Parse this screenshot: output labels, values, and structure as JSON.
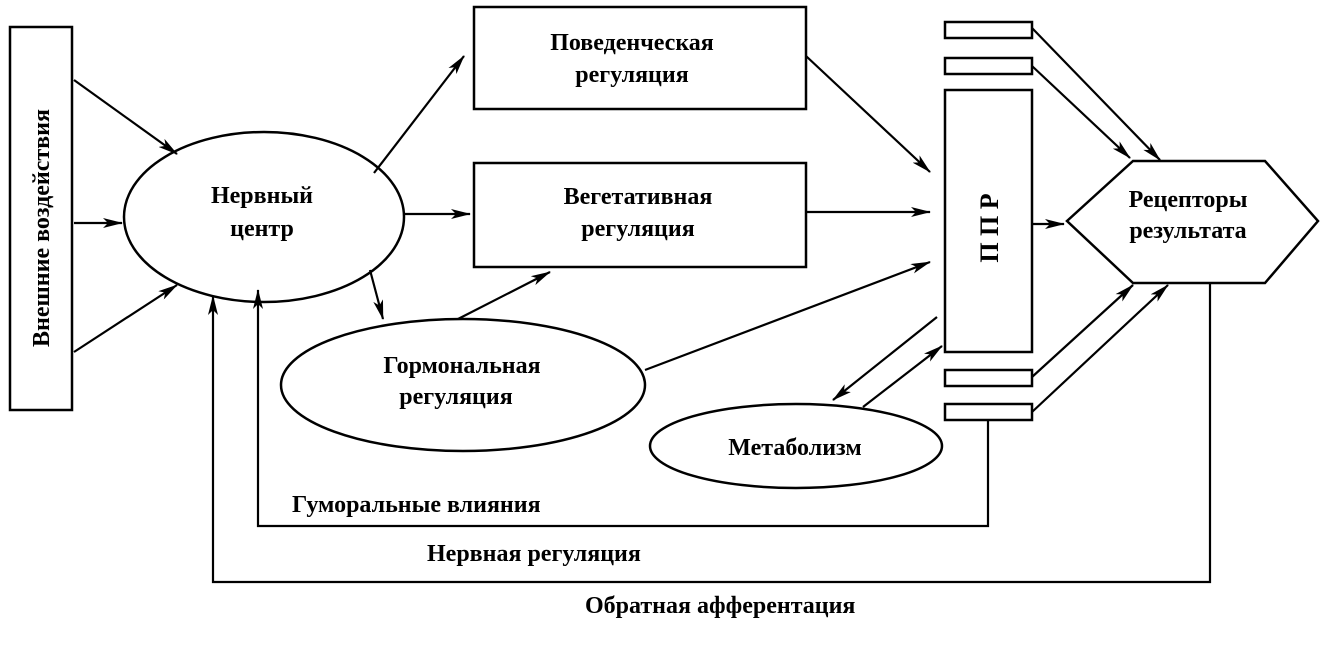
{
  "nodes": {
    "external": "Внешние воздействия",
    "nerve_center": [
      "Нервный",
      "центр"
    ],
    "behavioral": [
      "Поведенческая",
      "регуляция"
    ],
    "vegetative": [
      "Вегетативная",
      "регуляция"
    ],
    "hormonal": [
      "Гормональная",
      "регуляция"
    ],
    "metabolism": "Метаболизм",
    "ppr": "П П Р",
    "receptors": [
      "Рецепторы",
      "результата"
    ]
  },
  "feedback": {
    "humoral": "Гуморальные влияния",
    "nervous": "Нервная регуляция",
    "afferent": "Обратная афферентация"
  }
}
